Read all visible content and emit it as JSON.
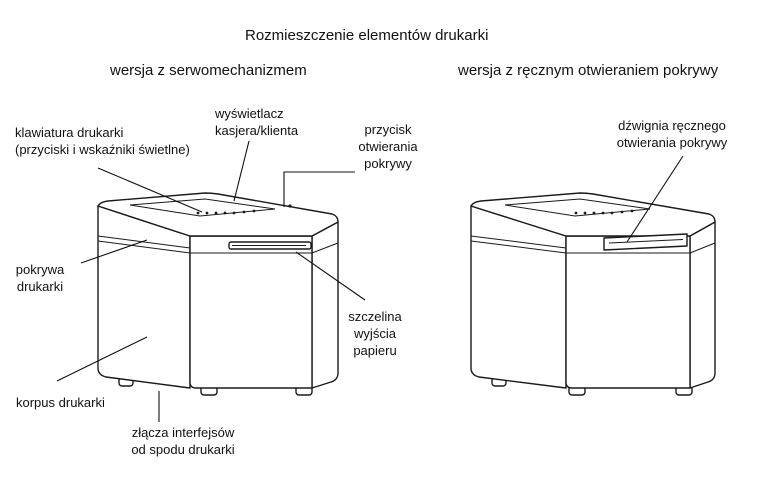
{
  "title": "Rozmieszczenie elementów drukarki",
  "left_version": {
    "heading": "wersja z serwomechanizmem",
    "labels": {
      "keyboard_line1": "klawiatura drukarki",
      "keyboard_line2": "(przyciski i wskaźniki świetlne)",
      "display_line1": "wyświetlacz",
      "display_line2": "kasjera/klienta",
      "button_line1": "przycisk",
      "button_line2": "otwierania",
      "button_line3": "pokrywy",
      "cover_line1": "pokrywa",
      "cover_line2": "drukarki",
      "slot_line1": "szczelina",
      "slot_line2": "wyjścia",
      "slot_line3": "papieru",
      "body": "korpus drukarki",
      "connectors_line1": "złącza interfejsów",
      "connectors_line2": "od spodu drukarki"
    }
  },
  "right_version": {
    "heading": "wersja z ręcznym otwieraniem pokrywy",
    "labels": {
      "lever_line1": "dźwignia ręcznego",
      "lever_line2": "otwierania pokrywy"
    }
  }
}
